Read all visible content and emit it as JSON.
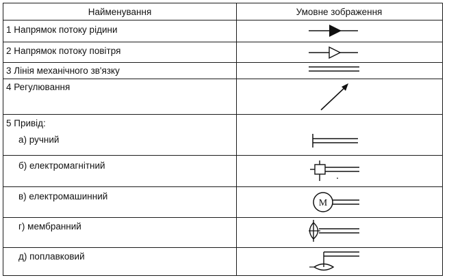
{
  "table": {
    "headers": {
      "name": "Найменування",
      "symbol": "Умовне зображення"
    },
    "rows": [
      {
        "label": "1  Напрямок потоку рідини",
        "symbol_icon": "filled-triangle-arrow-line"
      },
      {
        "label": "2  Напрямок потоку повітря",
        "symbol_icon": "hollow-triangle-arrow-line"
      },
      {
        "label": "3  Лінія механічного зв'язку",
        "symbol_icon": "double-line"
      },
      {
        "label": "4  Регулювання",
        "symbol_icon": "diagonal-arrow"
      },
      {
        "label": "5  Привід:",
        "symbol_icon": ""
      },
      {
        "label": "а) ручний",
        "symbol_icon": "manual-drive"
      },
      {
        "label": "б) електромагнітний",
        "symbol_icon": "electromagnetic-drive"
      },
      {
        "label": "в) електромашинний",
        "symbol_icon": "electric-motor-drive",
        "symbol_text": "M"
      },
      {
        "label": "г) мембранний",
        "symbol_icon": "membrane-drive"
      },
      {
        "label": "д) поплавковий",
        "symbol_icon": "float-drive"
      }
    ]
  }
}
